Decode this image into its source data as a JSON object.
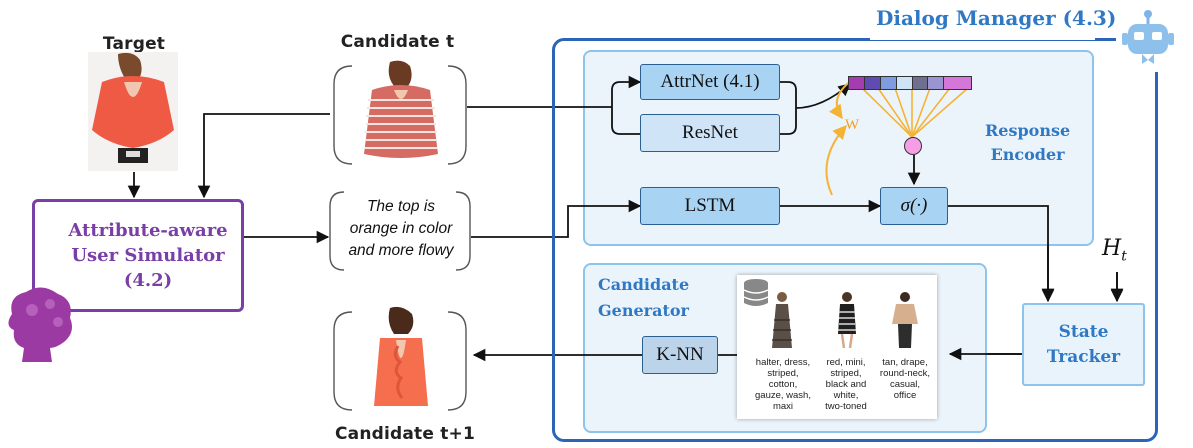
{
  "title": "Dialog Manager (4.3)",
  "target": {
    "label": "Target"
  },
  "candidate_t": {
    "label": "Candidate t"
  },
  "candidate_t1": {
    "label": "Candidate t+1"
  },
  "user_simulator": {
    "line1": "Attribute-aware",
    "line2": "User Simulator",
    "line3": "(4.2)"
  },
  "feedback": {
    "line1": "The top is",
    "line2": "orange in color",
    "line3": "and more flowy"
  },
  "response_encoder": {
    "line1": "Response",
    "line2": "Encoder"
  },
  "modules": {
    "attrnet": "AttrNet (4.1)",
    "resnet": "ResNet",
    "lstm": "LSTM",
    "sigma": "σ(·)",
    "knn": "K-NN",
    "w": "W"
  },
  "state_tracker": {
    "line1": "State",
    "line2": "Tracker"
  },
  "ht": {
    "main": "H",
    "sub": "t"
  },
  "candidate_generator": {
    "line1": "Candidate",
    "line2": "Generator",
    "items": [
      {
        "caption": [
          "halter, dress,",
          "striped, cotton,",
          "gauze, wash,",
          "maxi"
        ]
      },
      {
        "caption": [
          "red, mini,",
          "striped,",
          "black and white,",
          "two-toned"
        ]
      },
      {
        "caption": [
          "tan, drape,",
          "round-neck,",
          "casual,",
          "office"
        ]
      }
    ]
  },
  "colors": {
    "accent_blue": "#2f78c4",
    "simulator_purple": "#7a3fa6",
    "module_fill": "#a9d3f3",
    "arrow_orange": "#f5b335"
  }
}
